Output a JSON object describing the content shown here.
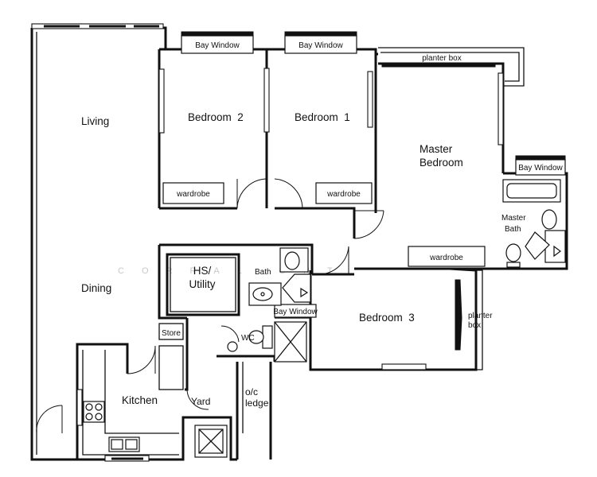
{
  "labels": {
    "living": "Living",
    "dining": "Dining",
    "bedroom2": "Bedroom  2",
    "bedroom1": "Bedroom  1",
    "master_bedroom_line1": "Master",
    "master_bedroom_line2": "Bedroom",
    "bedroom3": "Bedroom  3",
    "bay_window_b2": "Bay Window",
    "bay_window_b1": "Bay Window",
    "bay_window_master": "Bay Window",
    "bay_window_bath": "Bay Window",
    "planter_box_top": "planter box",
    "planter_box_right_line1": "planter",
    "planter_box_right_line2": "box",
    "wardrobe_b2": "wardrobe",
    "wardrobe_b1": "wardrobe",
    "wardrobe_master": "wardrobe",
    "master_bath_line1": "Master",
    "master_bath_line2": "Bath",
    "hs_utility_line1": "HS/",
    "hs_utility_line2": "Utility",
    "bath": "Bath",
    "wc": "WC",
    "store": "Store",
    "kitchen": "Kitchen",
    "yard": "Yard",
    "oc_ledge_line1": "o/c",
    "oc_ledge_line2": "ledge",
    "watermark": "CORRAL ONT"
  }
}
